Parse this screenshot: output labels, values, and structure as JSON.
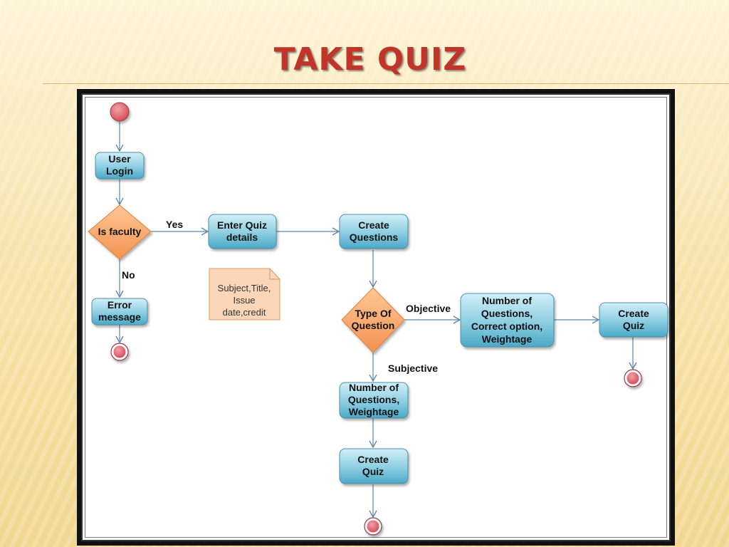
{
  "slide": {
    "title": "TAKE QUIZ"
  },
  "diagram": {
    "user_login": [
      "User",
      "Login"
    ],
    "is_faculty": "Is faculty",
    "yes_label": "Yes",
    "no_label": "No",
    "enter_quiz_details": [
      "Enter Quiz",
      "details"
    ],
    "create_questions": [
      "Create",
      "Questions"
    ],
    "error_message": [
      "Error",
      "message"
    ],
    "note": [
      "Subject,Title,",
      "Issue",
      "date,credit"
    ],
    "type_of_question": [
      "Type Of",
      "Question"
    ],
    "objective_label": "Objective",
    "subjective_label": "Subjective",
    "objective_details": [
      "Number of",
      "Questions,",
      "Correct option,",
      "Weightage"
    ],
    "create_quiz_objective": [
      "Create",
      "Quiz"
    ],
    "subjective_details": [
      "Number of",
      "Questions,",
      "Weightage"
    ],
    "create_quiz_subjective": [
      "Create",
      "Quiz"
    ]
  },
  "colors": {
    "activity_fill_top": "#bfe6f2",
    "activity_fill_bottom": "#5fb6d0",
    "decision_fill": "#f6a866",
    "node_stroke": "#4d8fa8",
    "initial_fill": "#e0606a",
    "edge": "#5a86a8",
    "note_fill": "#fbd6b8"
  }
}
